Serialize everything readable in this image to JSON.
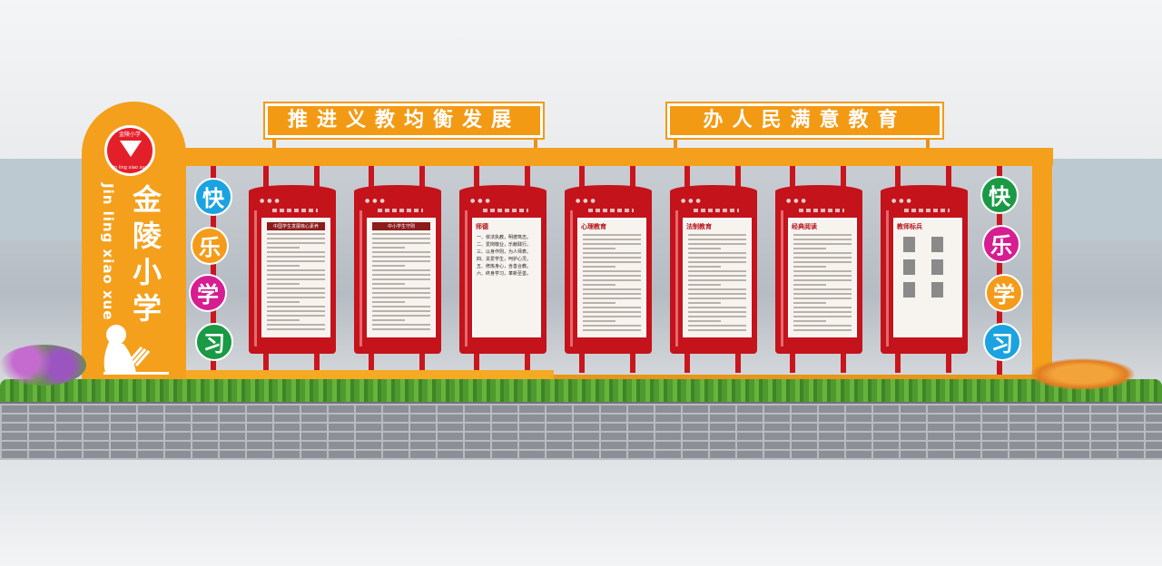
{
  "school": {
    "name_cn": "金陵小学",
    "name_pinyin": "Jin ling xiao xue",
    "logo_text_cn": "金陵小学",
    "logo_text_pinyin": "Jin ling xiao xue"
  },
  "banners": [
    {
      "text": "推进义教均衡发展"
    },
    {
      "text": "办人民满意教育"
    }
  ],
  "left_circles": [
    {
      "char": "快",
      "color": "#1aa3e0"
    },
    {
      "char": "乐",
      "color": "#f59b1a"
    },
    {
      "char": "学",
      "color": "#d61d91"
    },
    {
      "char": "习",
      "color": "#1a9a45"
    }
  ],
  "right_circles": [
    {
      "char": "快",
      "color": "#1a9a45"
    },
    {
      "char": "乐",
      "color": "#d61d91"
    },
    {
      "char": "学",
      "color": "#f59b1a"
    },
    {
      "char": "习",
      "color": "#1aa3e0"
    }
  ],
  "panels": [
    {
      "title": "中国学生发展核心素养"
    },
    {
      "title": "中小学生守则"
    },
    {
      "title": "师德",
      "lines": [
        "一、依法执教，明德笃志。",
        "二、爱岗敬业，乐献践行。",
        "三、以身作则，为人师表。",
        "四、关爱学生，呵护心灵。",
        "五、修炼身心，含善合教。",
        "六、终身学习，革新至善。"
      ]
    },
    {
      "title": "心理教育"
    },
    {
      "title": "法制教育"
    },
    {
      "title": "经典阅读"
    },
    {
      "title": "教师标兵"
    }
  ],
  "colors": {
    "frame": "#f4a01c",
    "panel": "#c4131b"
  }
}
